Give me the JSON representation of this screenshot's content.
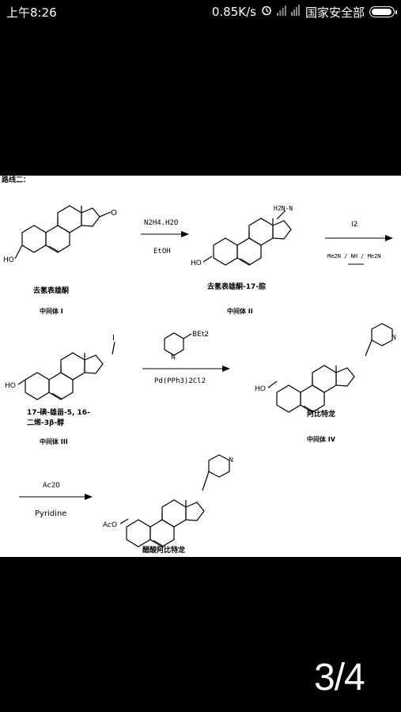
{
  "status_bar": {
    "time": "上午8:26",
    "net_speed": "0.85K/s",
    "carrier": "国家安全部",
    "battery_level": 0.95
  },
  "document": {
    "header": "路线二：",
    "step1": {
      "reagent_top": "N2H4.H2O",
      "reagent_bottom": "EtOH",
      "start_name": "去氢表雄酮",
      "start_label": "中间体 I",
      "product_name": "去氢表雄酮-17-腙",
      "product_label": "中间体 II",
      "product_group": "H2N-N"
    },
    "step2": {
      "reagent_top": "I2",
      "reagent_bottom": "Me2N / NH / Me2N"
    },
    "step3": {
      "start_name_line1": "17-碘-雄甾-5, 16-",
      "start_name_line2": "二烯-3β-醇",
      "start_label": "中间体 III",
      "reagent_top": "BEt2",
      "reagent_bottom": "Pd(PPh3)2Cl2",
      "product_name": "阿比特龙",
      "product_label": "中间体 IV"
    },
    "step4": {
      "reagent_top": "Ac2O",
      "reagent_bottom": "Pyridine",
      "product_name": "醋酸阿比特龙"
    }
  },
  "pager": {
    "current": "3",
    "total": "4",
    "text": "3/4"
  },
  "icons": {
    "alarm": "alarm-icon",
    "signal": "signal-icon",
    "sim": "sim-icon",
    "battery": "battery-icon"
  }
}
